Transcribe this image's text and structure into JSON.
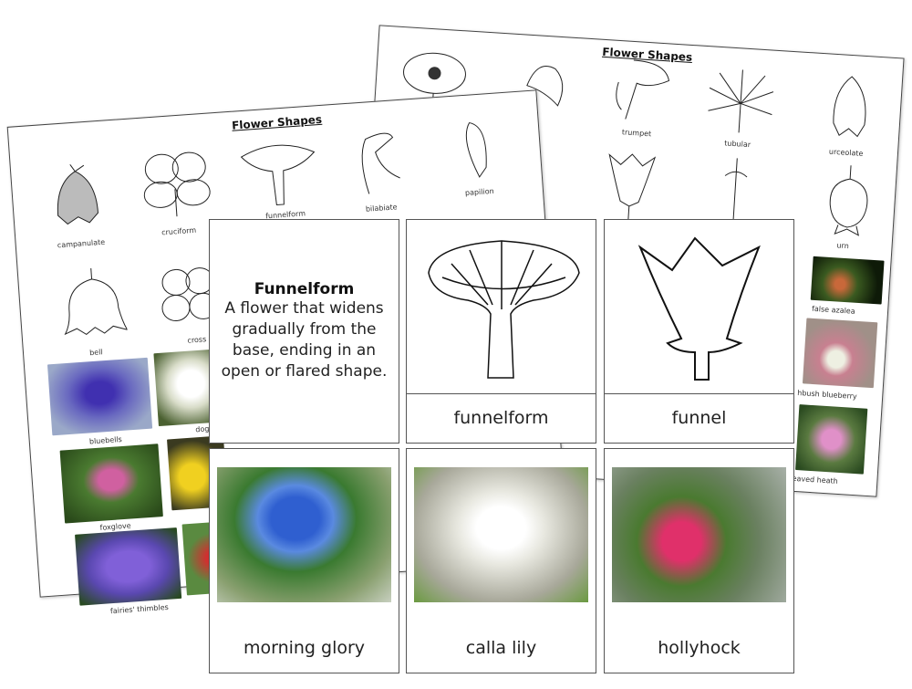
{
  "back_sheet": {
    "title": "Flower Shapes",
    "labels": [
      "trumpet",
      "tubular",
      "urceolate",
      "urn",
      "false azalea",
      "hbush blueberry",
      "leaved heath"
    ]
  },
  "front_sheet": {
    "title": "Flower Shapes",
    "labels": [
      "campanulate",
      "cruciform",
      "funnelform",
      "bilabiate",
      "papilion",
      "bell",
      "cross",
      "bluebells",
      "dogw",
      "foxglove",
      "fairies' thimbles"
    ]
  },
  "cards": {
    "definition": {
      "title": "Funnelform",
      "text": "A flower that widens gradually from the base, ending in an open or flared shape."
    },
    "drawing_label": "funnelform",
    "outline_label": "funnel",
    "photos": [
      {
        "label": "morning glory",
        "colors": [
          "#2f5fd0",
          "#3a7a30"
        ]
      },
      {
        "label": "calla lily",
        "colors": [
          "#f4f4ee",
          "#6a9a40"
        ]
      },
      {
        "label": "hollyhock",
        "colors": [
          "#e0306a",
          "#4a7a30"
        ]
      }
    ]
  }
}
